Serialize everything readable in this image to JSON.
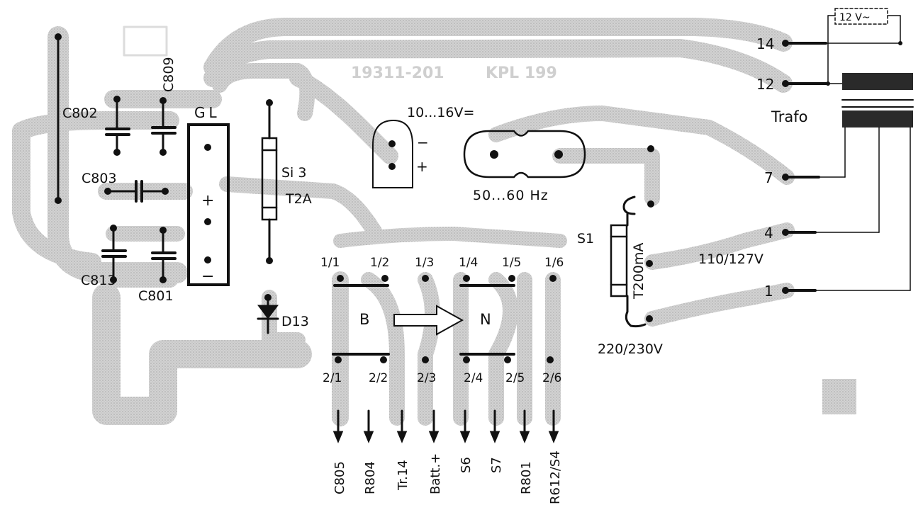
{
  "board": {
    "part_number": "19311-201",
    "model": "KPL 199",
    "colors": {
      "trace": "#c7c7c7",
      "ink": "#111111",
      "paper": "#ffffff"
    }
  },
  "components": {
    "c802": "C802",
    "c809": "C809",
    "c803": "C803",
    "c813": "C813",
    "c801": "C801",
    "rectifier": "GL",
    "rectifier_plus": "+",
    "rectifier_minus": "−",
    "fuse_si3": "Si 3",
    "fuse_si3_rating": "T2A",
    "diode": "D13",
    "fuse_s1": "S1",
    "fuse_s1_rating": "T200mA",
    "dc_input": "10...16V=",
    "dc_minus": "−",
    "dc_plus": "+",
    "mains_freq": "50...60 Hz",
    "transformer": "Trafo",
    "secondary": "12 V~",
    "voltage_low": "110/127V",
    "voltage_high": "220/230V"
  },
  "transformer_pins": [
    "14",
    "12",
    "7",
    "4",
    "1"
  ],
  "switch": {
    "label_b": "B",
    "label_n": "N",
    "top_contacts": [
      "1/1",
      "1/2",
      "1/3",
      "1/4",
      "1/5",
      "1/6"
    ],
    "bottom_contacts": [
      "2/1",
      "2/2",
      "2/3",
      "2/4",
      "2/5",
      "2/6"
    ],
    "outputs": [
      "C805",
      "R804",
      "Tr.14",
      "Batt.+",
      "S6",
      "S7",
      "R801",
      "R612/S4"
    ]
  }
}
